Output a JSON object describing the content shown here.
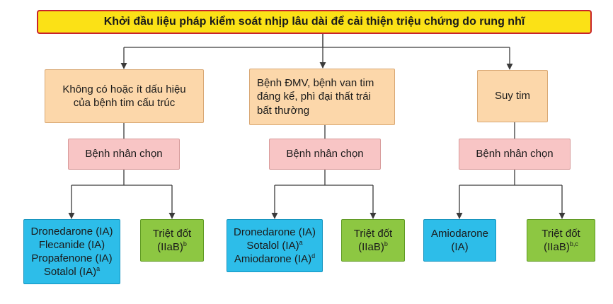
{
  "title": "Khởi đầu liệu pháp kiểm soát nhịp lâu dài để cải thiện triệu chứng do rung nhĩ",
  "conditions": [
    {
      "lines": [
        "Không có hoặc ít dấu hiệu",
        "của bệnh tim cấu trúc"
      ]
    },
    {
      "lines": [
        "Bệnh ĐMV, bệnh van tim",
        "đáng kể, phì đại thất trái",
        "bất thường"
      ]
    },
    {
      "lines": [
        "Suy tim"
      ]
    }
  ],
  "patient_choice_label": "Bệnh nhân chọn",
  "drug_options": [
    {
      "lines": [
        {
          "text": "Dronedarone (IA)",
          "sup": ""
        },
        {
          "text": "Flecanide (IA)",
          "sup": ""
        },
        {
          "text": "Propafenone (IA)",
          "sup": ""
        },
        {
          "text": "Sotalol (IA)",
          "sup": "a"
        }
      ]
    },
    {
      "lines": [
        {
          "text": "Dronedarone (IA)",
          "sup": ""
        },
        {
          "text": "Sotalol (IA)",
          "sup": "a"
        },
        {
          "text": "Amiodarone (IA)",
          "sup": "d"
        }
      ]
    },
    {
      "lines": [
        {
          "text": "Amiodarone",
          "sup": ""
        },
        {
          "text": "(IA)",
          "sup": ""
        }
      ]
    }
  ],
  "ablation_options": [
    {
      "lines": [
        {
          "text": "Triệt đốt",
          "sup": ""
        },
        {
          "text": "(IIaB)",
          "sup": "b"
        }
      ]
    },
    {
      "lines": [
        {
          "text": "Triệt đốt",
          "sup": ""
        },
        {
          "text": "(IIaB)",
          "sup": "b"
        }
      ]
    },
    {
      "lines": [
        {
          "text": "Triệt đốt",
          "sup": ""
        },
        {
          "text": "(IIaB)",
          "sup": "b,c"
        }
      ]
    }
  ],
  "colors": {
    "title_fill": "#fbe116",
    "title_border": "#c8232c",
    "condition_fill": "#fcd7aa",
    "choice_fill": "#f8c5c5",
    "drug_fill": "#2dbde9",
    "ablation_fill": "#8dc742",
    "connector": "#3a3a3a"
  }
}
